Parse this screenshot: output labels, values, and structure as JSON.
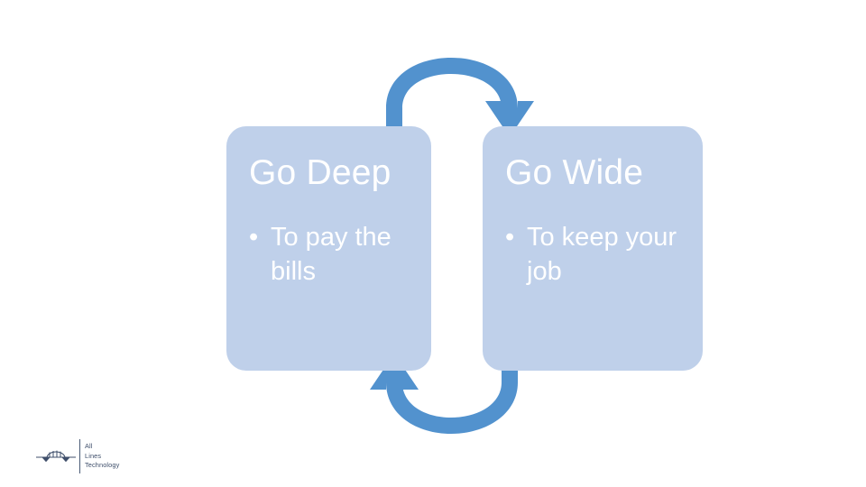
{
  "slide": {
    "background_color": "#ffffff",
    "diagram": {
      "type": "two-stage-cycle",
      "box_fill_color": "#bfd0ea",
      "arrow_color": "#5292ce",
      "text_color": "#ffffff",
      "boxes": [
        {
          "id": "go-deep",
          "title": "Go Deep",
          "bullets": [
            {
              "marker": "•",
              "text": "To pay the bills"
            }
          ]
        },
        {
          "id": "go-wide",
          "title": "Go Wide",
          "bullets": [
            {
              "marker": "•",
              "text": "To keep your job"
            }
          ]
        }
      ],
      "arrows": [
        {
          "id": "arrow-top",
          "name": "curved-arrow-right",
          "from": "go-deep",
          "to": "go-wide",
          "direction": "clockwise-top"
        },
        {
          "id": "arrow-bottom",
          "name": "curved-arrow-left",
          "from": "go-wide",
          "to": "go-deep",
          "direction": "clockwise-bottom"
        }
      ]
    },
    "logo": {
      "name": "all-lines-technology-logo",
      "icon": "bridge-arch-icon",
      "lines": [
        "All",
        "Lines",
        "Technology"
      ],
      "color": "#3f4f6b"
    }
  }
}
